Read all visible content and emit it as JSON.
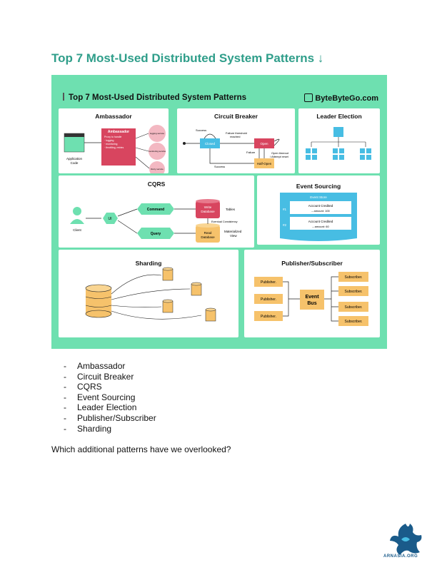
{
  "title": "Top 7 Most-Used Distributed System Patterns ↓",
  "figure": {
    "header": "Top 7 Most-Used Distributed System Patterns",
    "brand": "ByteByteGo.com",
    "ambassador": {
      "title": "Ambassador",
      "app_label_1": "Application",
      "app_label_2": "Code",
      "box_title": "Ambassador",
      "box_lines": [
        "Proxy to handle",
        "· logging",
        "· monitoring",
        "· throttling, retries"
      ],
      "services": [
        "logging service",
        "monitoring service",
        "Retry service"
      ]
    },
    "circuit_breaker": {
      "title": "Circuit Breaker",
      "closed": "Closed",
      "open": "Open",
      "half_open": "Half-Open",
      "success_top": "Success",
      "failure_threshold_1": "Failure threshold",
      "failure_threshold_2": "reached",
      "failure": "Failure",
      "open_timeout_1": "Open timeout",
      "open_timeout_2": "/ Attempt reset",
      "success_bottom": "Success"
    },
    "leader_election": {
      "title": "Leader Election"
    },
    "cqrs": {
      "title": "CQRS",
      "client": "Client",
      "ui": "UI",
      "command": "Command",
      "query": "Query",
      "write_db_1": "Write",
      "write_db_2": "Database",
      "read_db_1": "Read",
      "read_db_2": "Database",
      "tables": "Tables",
      "eventual": "Eventual Consistency",
      "materialized_1": "Materialized",
      "materialized_2": "View"
    },
    "event_sourcing": {
      "title": "Event Sourcing",
      "store": "Event Store",
      "events": [
        {
          "id": "#1",
          "name": "Account Credited",
          "amount": "– amount: 100"
        },
        {
          "id": "#2",
          "name": "Account Credited",
          "amount": "– amount: 60"
        }
      ]
    },
    "sharding": {
      "title": "Sharding"
    },
    "pubsub": {
      "title": "Publisher/Subscriber",
      "publishers": [
        "Publisher.",
        "Publisher.",
        "Publisher."
      ],
      "bus_1": "Event",
      "bus_2": "Bus",
      "subscribers": [
        "Subscriber.",
        "Subscriber.",
        "Subscriber.",
        "Subscriber."
      ]
    }
  },
  "list": [
    "Ambassador",
    "Circuit Breaker",
    "CQRS",
    "Event Sourcing",
    "Leader Election",
    "Publisher/Subscriber",
    "Sharding"
  ],
  "question": "Which additional patterns have we overlooked?",
  "logo_text": "ARNASIA.ORG",
  "colors": {
    "title": "#2f9e8a",
    "figure_bg": "#6ee0b0",
    "accent_red": "#d8455f",
    "orange": "#f6c26b",
    "blue": "#47bde3"
  }
}
